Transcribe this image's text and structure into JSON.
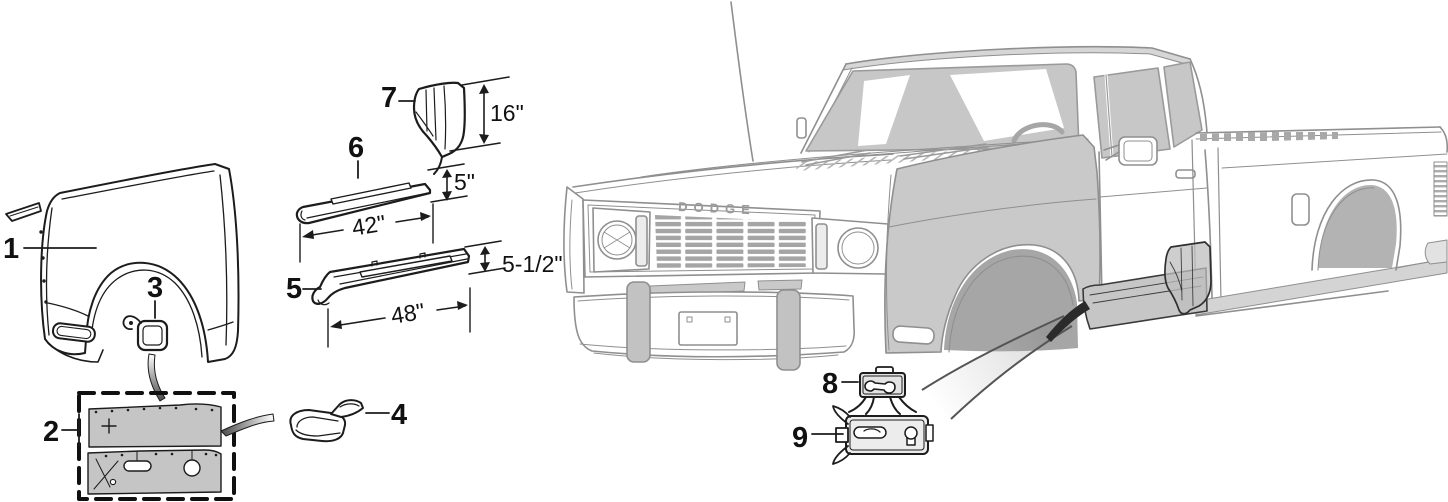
{
  "diagram": {
    "brand_text": "DODGE",
    "part_labels": {
      "p1": "1",
      "p2": "2",
      "p3": "3",
      "p4": "4",
      "p5": "5",
      "p6": "6",
      "p7": "7",
      "p8": "8",
      "p9": "9"
    },
    "dimensions": {
      "part7_height": "16\"",
      "part6_height": "5\"",
      "part6_length": "42\"",
      "part5_height": "5-1/2\"",
      "part5_length": "48\""
    },
    "colors": {
      "part_line": "#1c1c1c",
      "truck_line": "#8f8f8f",
      "panel_shade": "#c9c9c9",
      "wheelwell_shade": "#a6a6a6",
      "panel_fill": "#c5c5c5",
      "background": "#ffffff"
    }
  }
}
